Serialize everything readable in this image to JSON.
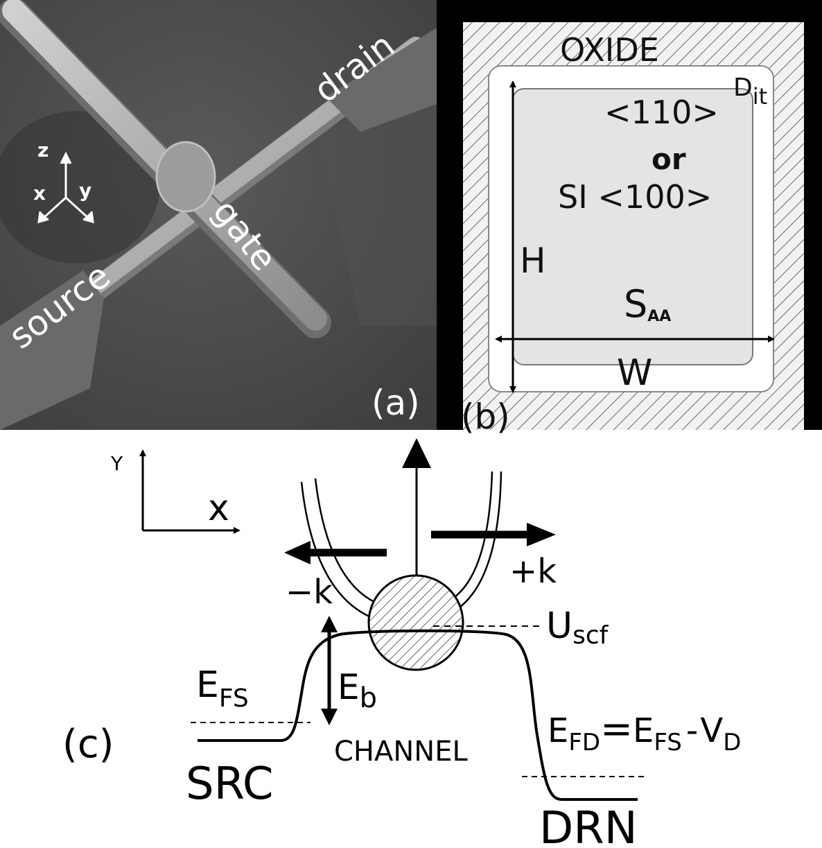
{
  "panel_a": {
    "labels": {
      "drain": "drain",
      "gate": "gate",
      "source": "source",
      "axis_z": "z",
      "axis_x": "x",
      "axis_y": "y",
      "panel": "(a)"
    }
  },
  "panel_b": {
    "labels": {
      "oxide": "OXIDE",
      "dit_main": "D",
      "dit_sub": "it",
      "orient_110": "<110>",
      "or": "or",
      "si_100": "SI <100>",
      "height": "H",
      "saa_main": "S",
      "saa_sub": "AA",
      "width": "W",
      "panel": "(b)"
    }
  },
  "panel_c": {
    "labels": {
      "axis_y": "Y",
      "axis_x": "x",
      "minus_k": "−k",
      "plus_k": "+k",
      "uscf_main": "U",
      "uscf_sub": "scf",
      "efs_main": "E",
      "efs_sub": "FS",
      "eb_main": "E",
      "eb_sub": "b",
      "channel": "CHANNEL",
      "efd_main": "E",
      "efd_sub": "FD",
      "efd_eq": "=",
      "efd_efs_main": "E",
      "efd_efs_sub": "FS",
      "efd_minus": "-",
      "efd_vd_main": "V",
      "efd_vd_sub": "D",
      "src": "SRC",
      "drn": "DRN",
      "panel": "(c)"
    }
  },
  "colors": {
    "sem_background": "#4a4a4a",
    "sem_wire": "#b8b8b8",
    "frame_black": "#000000",
    "channel_fill": "#e4e4e4",
    "diagram_ink": "#000000"
  }
}
